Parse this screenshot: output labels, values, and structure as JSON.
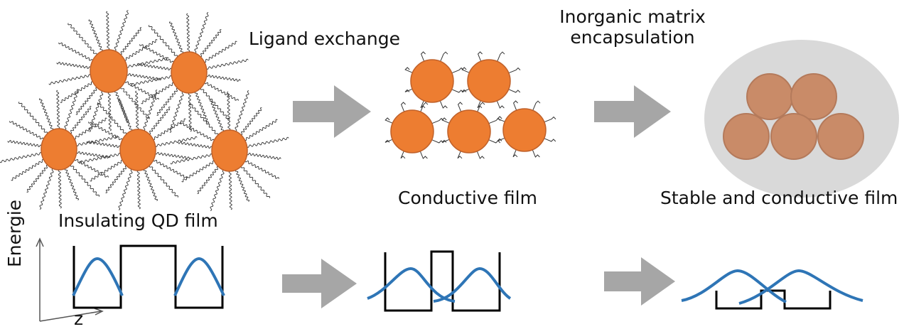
{
  "labels": {
    "step1": "Ligand exchange",
    "step2_line1": "Inorganic matrix",
    "step2_line2": "encapsulation",
    "film1": "Insulating QD film",
    "film2": "Conductive film",
    "film3": "Stable and conductive film",
    "axis_y": "Energie",
    "axis_x": "z"
  },
  "colors": {
    "qd_fill": "#ED7D31",
    "qd_stroke": "#C0612A",
    "qd_encapsulated": "#C98B68",
    "matrix": "#D9D9D9",
    "arrow": "#A6A6A6",
    "wavefunction": "#2E75B6",
    "potential": "#000000"
  },
  "stages": [
    {
      "id": "insulating",
      "ligand": "long"
    },
    {
      "id": "conductive",
      "ligand": "short"
    },
    {
      "id": "encapsulated",
      "ligand": "none"
    }
  ]
}
